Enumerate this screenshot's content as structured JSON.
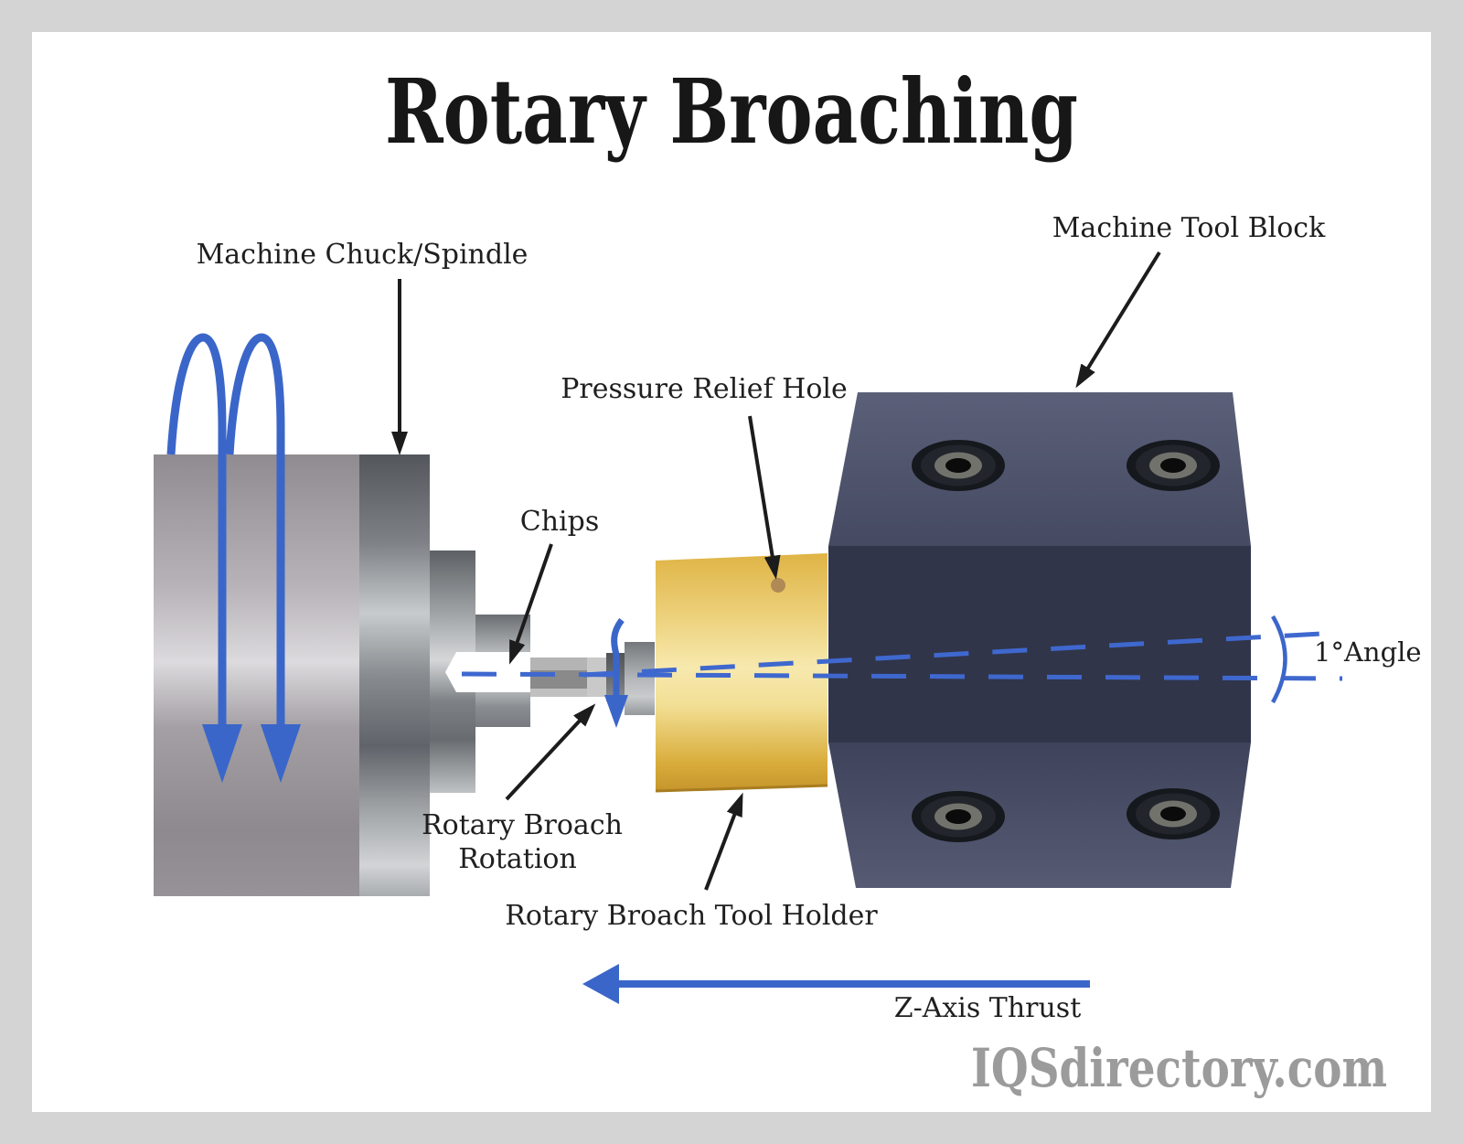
{
  "title": "Rotary Broaching",
  "watermark": "IQSdirectory.com",
  "diagram": {
    "labels": {
      "machine_chuck_spindle": "Machine Chuck/Spindle",
      "machine_tool_block": "Machine Tool Block",
      "pressure_relief_hole": "Pressure Relief Hole",
      "chips": "Chips",
      "rotary_broach_rotation": {
        "line1": "Rotary Broach",
        "line2": "Rotation"
      },
      "rotary_broach_tool_holder": "Rotary Broach Tool Holder",
      "angle": "1°Angle",
      "z_axis_thrust": "Z-Axis Thrust"
    },
    "colors": {
      "frame_gray": "#d4d4d4",
      "background": "#ffffff",
      "accent_blue": "#3b66c9",
      "dashed_axis_blue": "#3f68cf",
      "annotation_black": "#1c1c1c",
      "chuck_body_gray": "#b3afb4",
      "chuck_plate_metal": "#8d9194",
      "tool_holder_gold": "#eccf78",
      "relief_hole_tan": "#b08a56",
      "block_front_navy": "#303549",
      "block_face_slate": "#555a72",
      "workpiece_white": "#ffffff",
      "watermark_gray": "#9b9b9b",
      "text_color": "#1f1f1f"
    }
  }
}
